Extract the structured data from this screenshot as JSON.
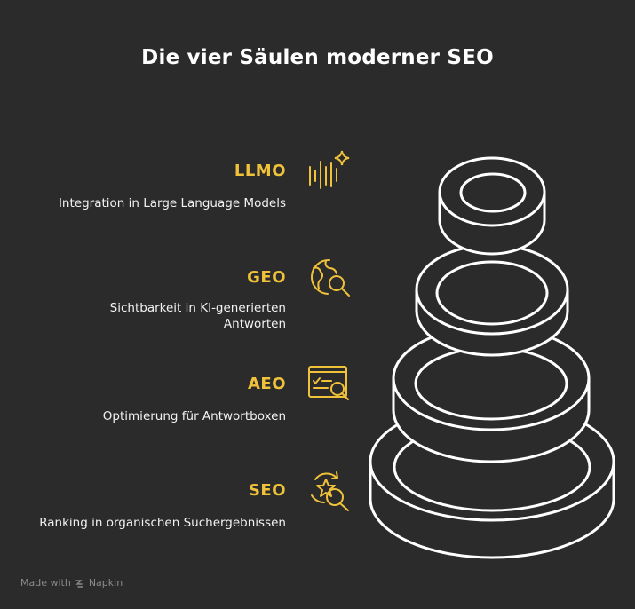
{
  "title": "Die vier Säulen moderner SEO",
  "pillars": [
    {
      "title": "LLMO",
      "description": "Integration in Large Language Models",
      "icon": "sparkle-waves-icon"
    },
    {
      "title": "GEO",
      "description": "Sichtbarkeit in KI-generierten Antworten",
      "icon": "globe-search-icon"
    },
    {
      "title": "AEO",
      "description": "Optimierung für Antwortboxen",
      "icon": "answer-box-search-icon"
    },
    {
      "title": "SEO",
      "description": "Ranking in organischen Suchergebnissen",
      "icon": "star-search-icon"
    }
  ],
  "footer": {
    "made_with": "Made with",
    "brand": "Napkin"
  },
  "colors": {
    "background": "#2b2b2b",
    "accent": "#f0c23a",
    "text": "#ffffff"
  }
}
